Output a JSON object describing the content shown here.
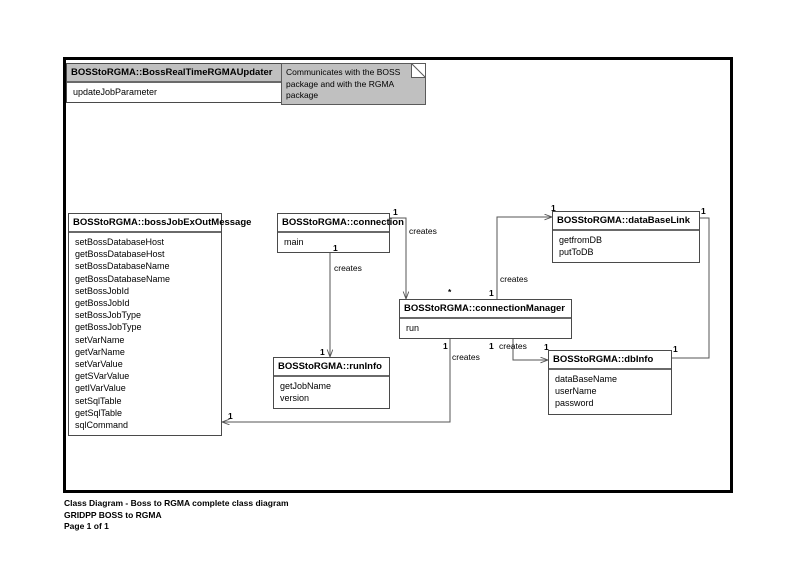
{
  "diagram": {
    "kind": "uml-class-diagram",
    "note": {
      "text": "Communicates with the BOSS\npackage and with the RGMA\npackage"
    },
    "classes": [
      {
        "id": "updater",
        "name": "BOSStoRGMA::BossRealTimeRGMAUpdater",
        "members": [
          "updateJobParameter"
        ]
      },
      {
        "id": "bossJobExOutMessage",
        "name": "BOSStoRGMA::bossJobExOutMessage",
        "members": [
          "setBossDatabaseHost",
          "getBossDatabaseHost",
          "setBossDatabaseName",
          "getBossDatabaseName",
          "setBossJobId",
          "getBossJobId",
          "setBossJobType",
          "getBossJobType",
          "setVarName",
          "getVarName",
          "setVarValue",
          "getSVarValue",
          "getIVarValue",
          "setSqlTable",
          "getSqlTable",
          "sqlCommand"
        ]
      },
      {
        "id": "connection",
        "name": "BOSStoRGMA::connection",
        "members": [
          "main"
        ]
      },
      {
        "id": "dataBaseLink",
        "name": "BOSStoRGMA::dataBaseLink",
        "members": [
          "getfromDB",
          "putToDB"
        ]
      },
      {
        "id": "connectionManager",
        "name": "BOSStoRGMA::connectionManager",
        "members": [
          "run"
        ]
      },
      {
        "id": "runInfo",
        "name": "BOSStoRGMA::runInfo",
        "members": [
          "getJobName",
          "version"
        ]
      },
      {
        "id": "dbInfo",
        "name": "BOSStoRGMA::dbInfo",
        "members": [
          "dataBaseName",
          "userName",
          "password"
        ]
      }
    ],
    "relations": [
      {
        "id": "conn-to-mgr",
        "label": "creates",
        "source_mult": "1",
        "target_mult": "*"
      },
      {
        "id": "conn-to-runinfo",
        "label": "creates",
        "source_mult": "1",
        "target_mult": "1"
      },
      {
        "id": "mgr-to-dblink",
        "label": "creates",
        "source_mult": "1",
        "target_mult": "1"
      },
      {
        "id": "mgr-to-dbinfo",
        "label": "creates",
        "source_mult": "1",
        "target_mult": "1"
      },
      {
        "id": "mgr-to-message",
        "label": "creates",
        "source_mult": "1",
        "target_mult": "1"
      },
      {
        "id": "dblink-to-dbinfo",
        "label": "",
        "source_mult": "1",
        "target_mult": "1"
      }
    ]
  },
  "footer": {
    "lines": [
      "Class Diagram - Boss to RGMA complete class diagram",
      "GRIDPP BOSS to RGMA",
      "Page 1 of 1"
    ]
  }
}
